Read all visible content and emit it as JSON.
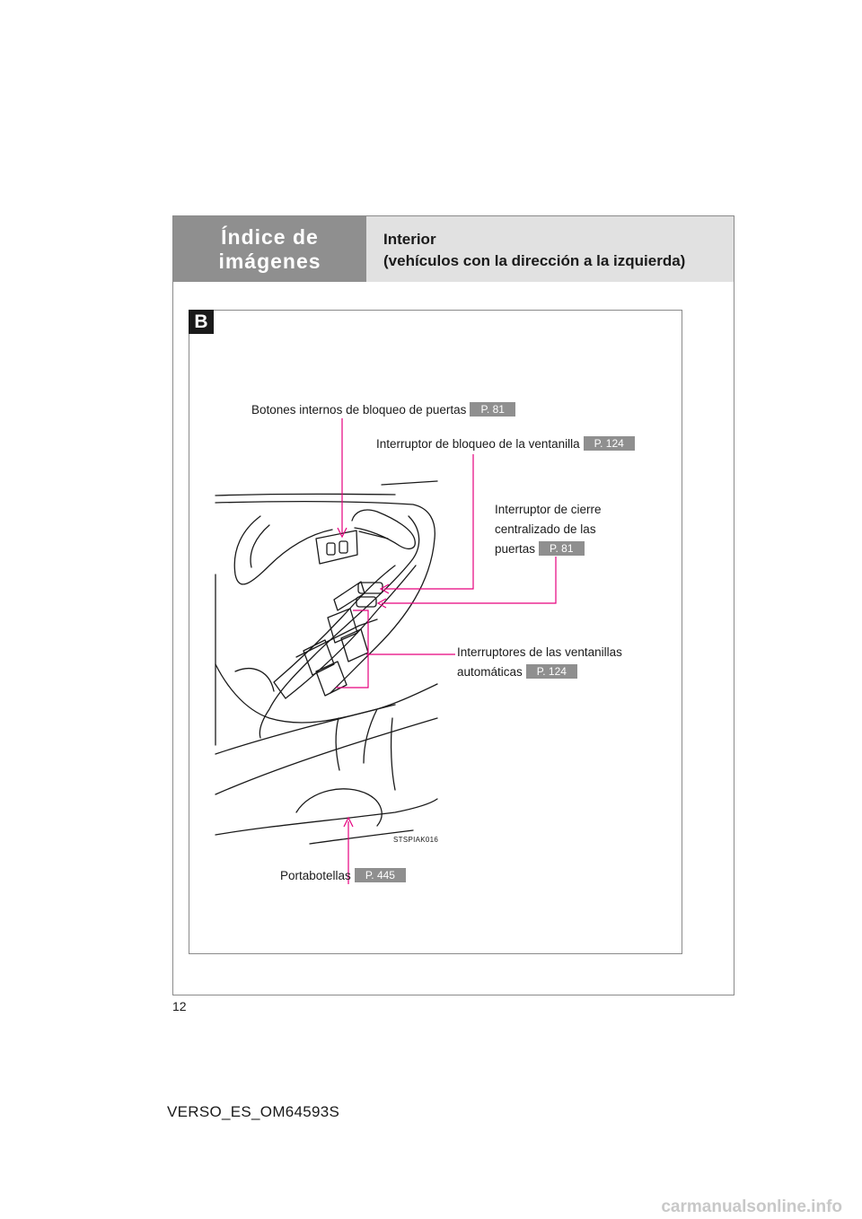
{
  "header": {
    "section_line1": "Índice de",
    "section_line2": "imágenes",
    "title_line1": "Interior",
    "title_line2": "(vehículos con la dirección a la izquierda)"
  },
  "figure": {
    "badge": "B",
    "image_code": "STSPIAK016",
    "callouts": {
      "door_lock_buttons": {
        "label": "Botones internos de bloqueo de puertas",
        "ref": "P. 81"
      },
      "window_lock_switch": {
        "label": "Interruptor de bloqueo de la ventanilla",
        "ref": "P. 124"
      },
      "central_lock_switch": {
        "line1": "Interruptor de cierre",
        "line2": "centralizado de las",
        "line3": "puertas",
        "ref": "P. 81"
      },
      "power_window_switches": {
        "line1": "Interruptores de las ventanillas",
        "line2": "automáticas",
        "ref": "P. 124"
      },
      "bottle_holder": {
        "label": "Portabotellas",
        "ref": "P. 445"
      }
    }
  },
  "footer": {
    "page_number": "12",
    "doc_code": "VERSO_ES_OM64593S",
    "watermark": "carmanualsonline.info"
  },
  "colors": {
    "leader": "#e6007e",
    "tag": "#8f8f8f",
    "header_dark": "#8f8f8f",
    "header_light": "#e1e1e1"
  }
}
